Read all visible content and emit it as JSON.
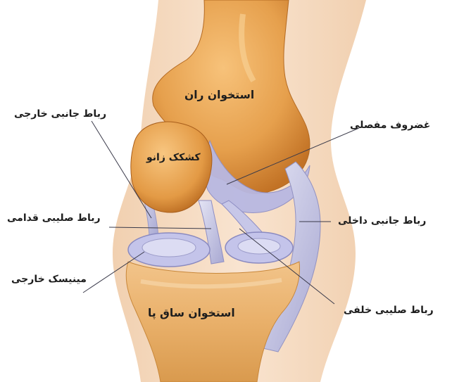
{
  "labels": {
    "femur": "استخوان ران",
    "patella": "کشکک زانو",
    "tibia": "استخوان ساق پا",
    "lateral_collateral_ligament": "رباط جانبی خارجی",
    "articular_cartilage": "غضروف مفصلی",
    "anterior_cruciate_ligament": "رباط صلیبی قدامی",
    "medial_collateral_ligament": "رباط جانبی داخلی",
    "lateral_meniscus": "مینیسک خارجی",
    "posterior_cruciate_ligament": "رباط صلیبی خلفی"
  },
  "colors": {
    "bone": "#e8a14e",
    "bone_dark": "#c77a2c",
    "skin": "#f6dcc3",
    "ligament": "#c9c9e6",
    "cartilage": "#b7b7e0",
    "leader_line": "#3a3a4a"
  }
}
